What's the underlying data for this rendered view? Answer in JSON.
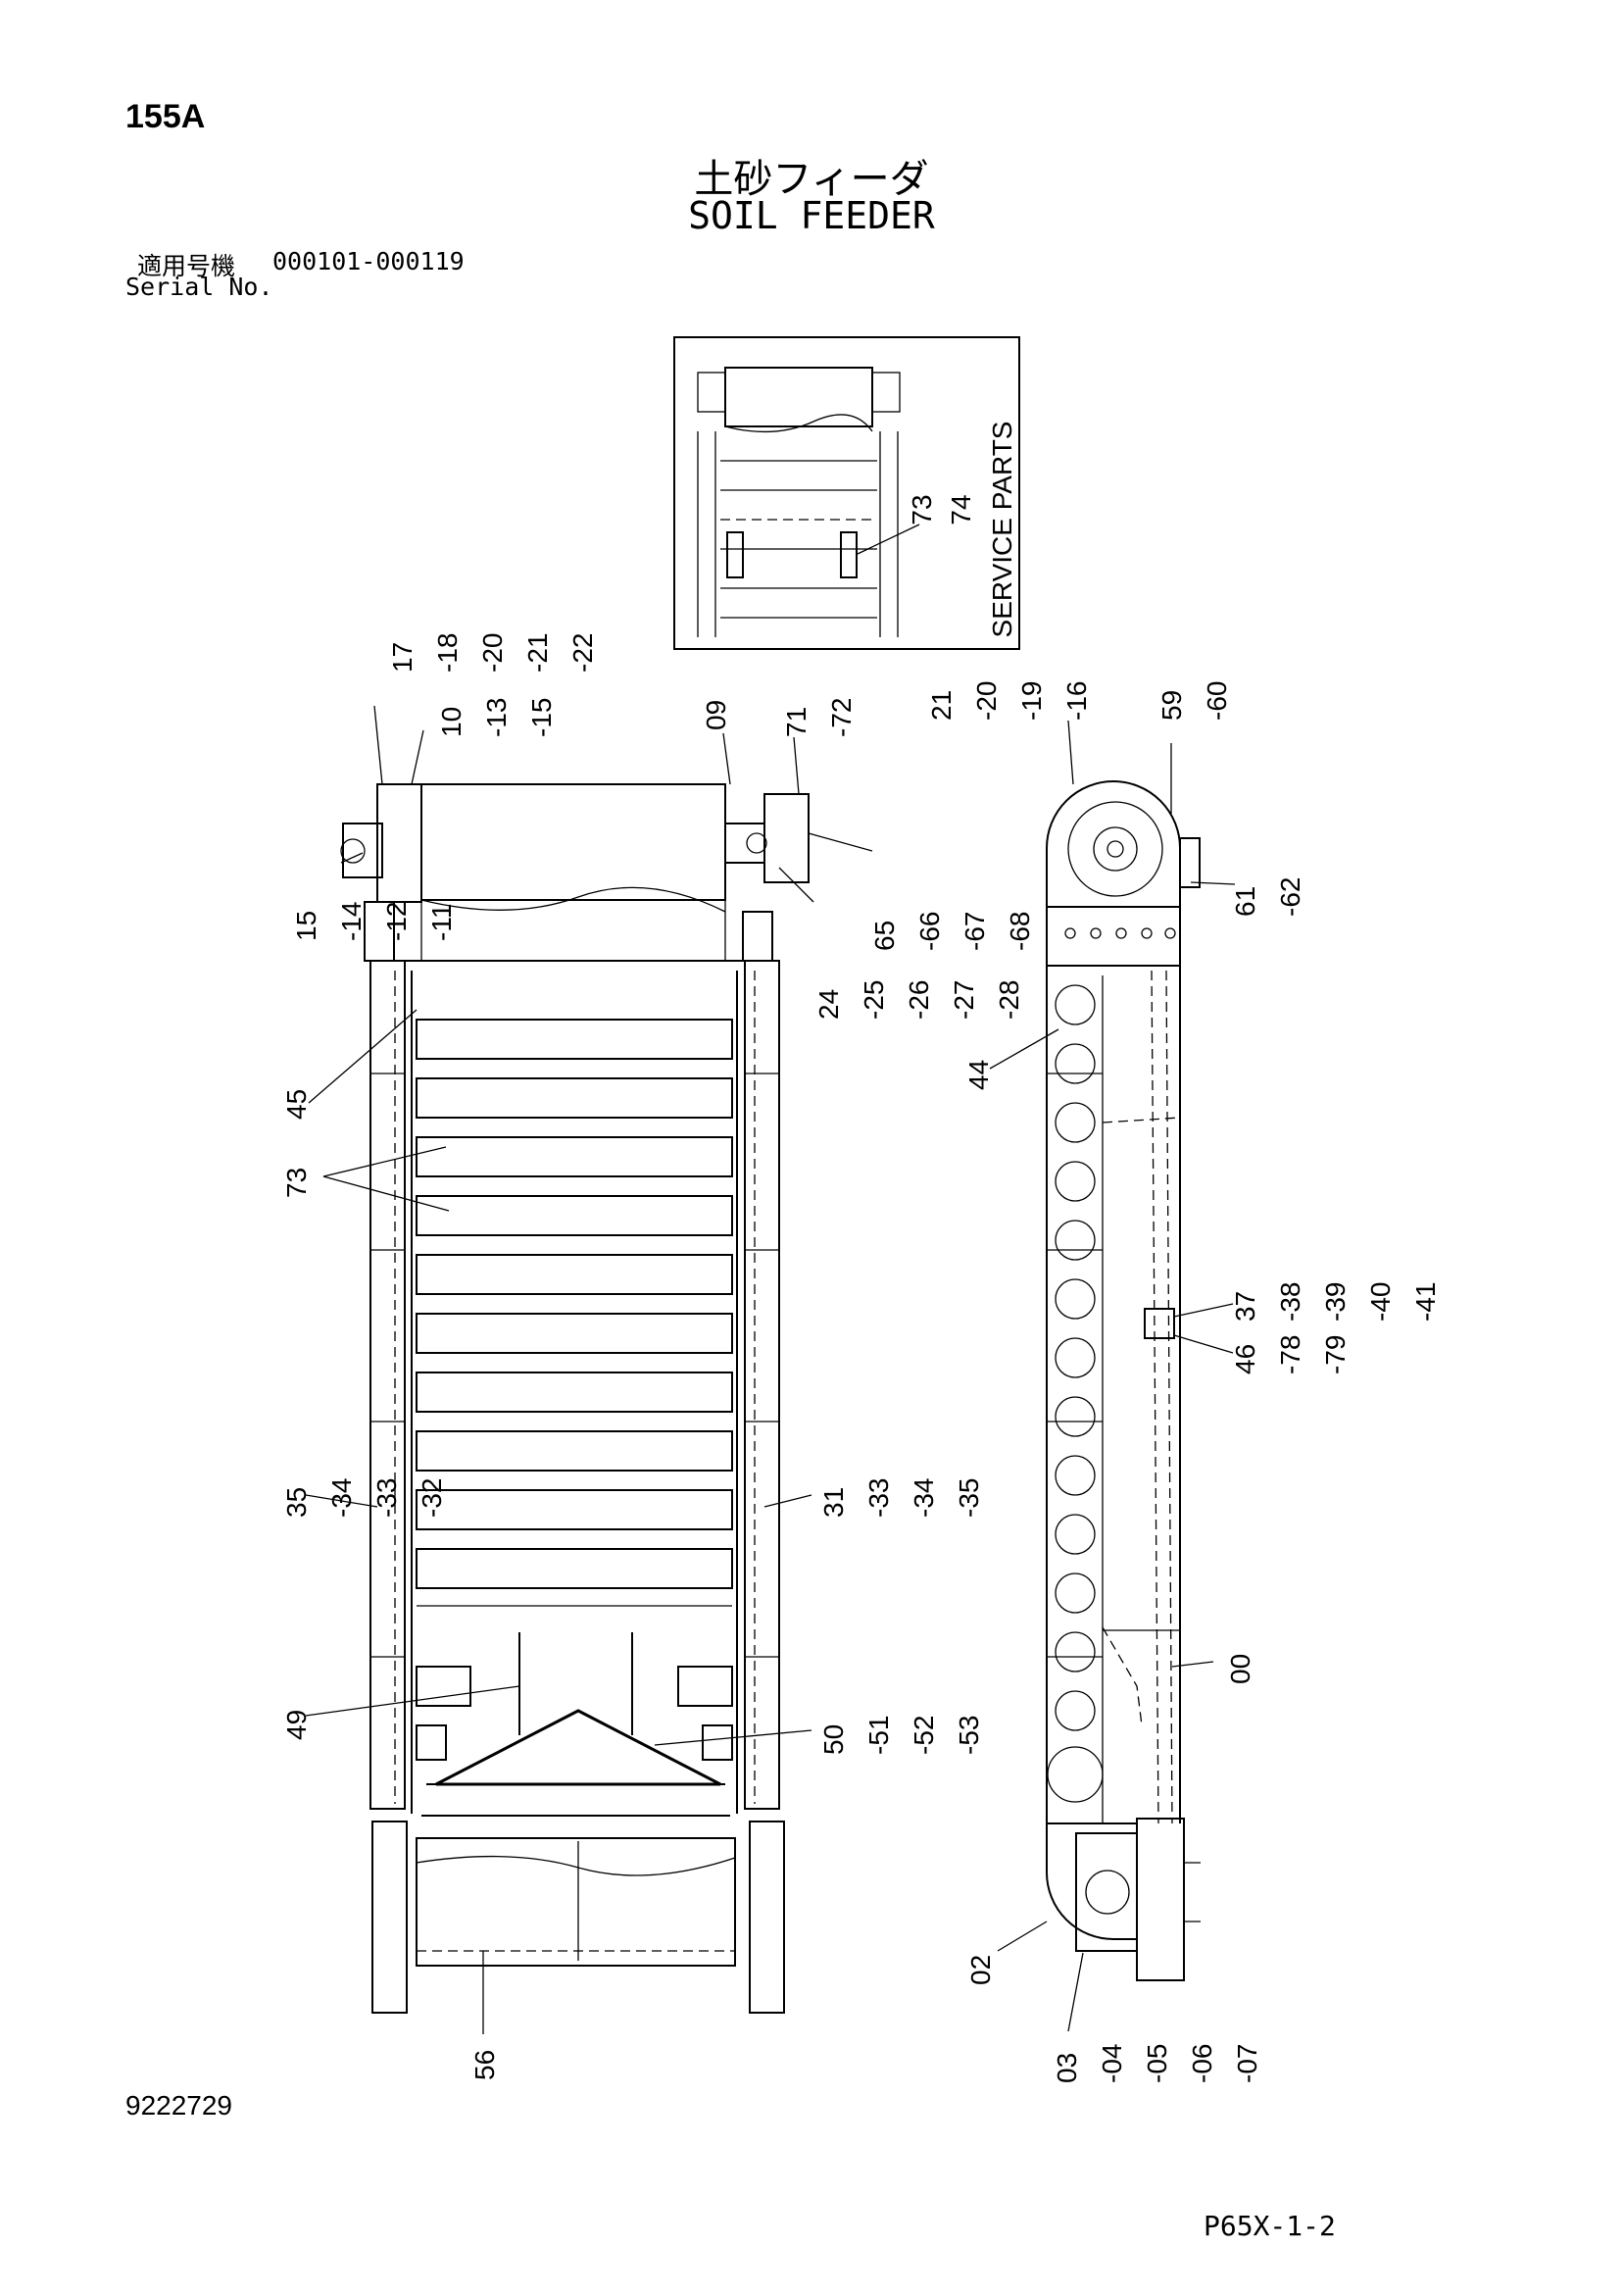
{
  "header": {
    "page_number": "155A",
    "title_jp": "土砂フィーダ",
    "title_en": "SOIL FEEDER",
    "serial_label_jp": "適用号機",
    "serial_label_en": "Serial No.",
    "serial_range": "000101-000119"
  },
  "inset": {
    "caption": "SERVICE PARTS",
    "labels": [
      "73",
      "74"
    ]
  },
  "callouts": {
    "c_17_22": [
      "17",
      "18",
      "20",
      "21",
      "22"
    ],
    "c_10_15": [
      "10",
      "13",
      "15"
    ],
    "c_09": [
      "09"
    ],
    "c_71_72": [
      "71",
      "72"
    ],
    "c_15_11": [
      "15",
      "14",
      "12",
      "11"
    ],
    "c_65_68": [
      "65",
      "66",
      "67",
      "68"
    ],
    "c_24_28": [
      "24",
      "25",
      "26",
      "27",
      "28"
    ],
    "c_45": [
      "45"
    ],
    "c_73": [
      "73"
    ],
    "c_35_32": [
      "35",
      "34",
      "33",
      "32"
    ],
    "c_31_35": [
      "31",
      "33",
      "34",
      "35"
    ],
    "c_49": [
      "49"
    ],
    "c_50_53": [
      "50",
      "51",
      "52",
      "53"
    ],
    "c_56": [
      "56"
    ],
    "c_21_16": [
      "21",
      "20",
      "19",
      "16"
    ],
    "c_59_60": [
      "59",
      "60"
    ],
    "c_61_62": [
      "61",
      "62"
    ],
    "c_44": [
      "44"
    ],
    "c_37_41": [
      "37",
      "38",
      "39",
      "40",
      "41"
    ],
    "c_46_79": [
      "46",
      "78",
      "79"
    ],
    "c_00": [
      "00"
    ],
    "c_02": [
      "02"
    ],
    "c_03_07": [
      "03",
      "04",
      "05",
      "06",
      "07"
    ]
  },
  "footer": {
    "drawing_number": "9222729",
    "page_reference": "P65X-1-2"
  }
}
